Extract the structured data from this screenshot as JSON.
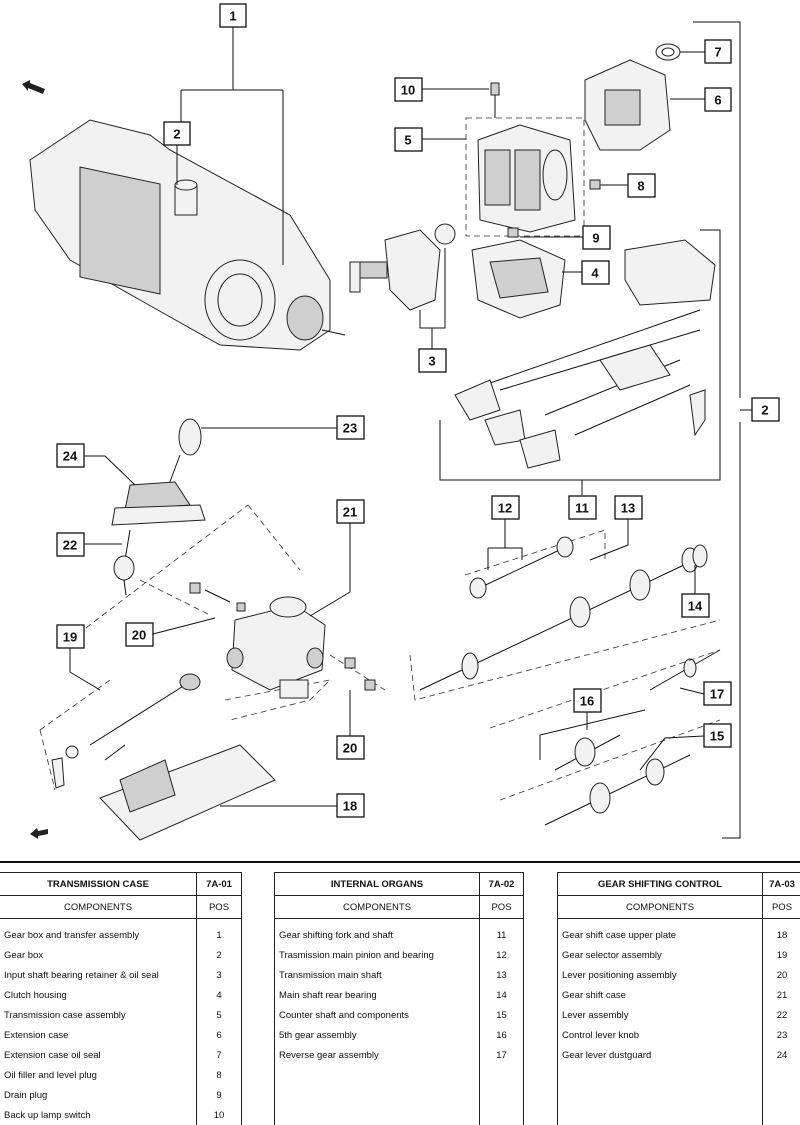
{
  "callouts": {
    "c1": "1",
    "c2a": "2",
    "c2b": "2",
    "c3": "3",
    "c4": "4",
    "c5": "5",
    "c6": "6",
    "c7": "7",
    "c8": "8",
    "c9": "9",
    "c10": "10",
    "c11": "11",
    "c12": "12",
    "c13": "13",
    "c14": "14",
    "c15": "15",
    "c16": "16",
    "c17": "17",
    "c18": "18",
    "c19": "19",
    "c20a": "20",
    "c20b": "20",
    "c21": "21",
    "c22": "22",
    "c23": "23",
    "c24": "24"
  },
  "tables": [
    {
      "title": "TRANSMISSION CASE",
      "code": "7A-01",
      "col_components": "COMPONENTS",
      "col_pos": "POS",
      "rows": [
        {
          "name": "Gear box and transfer assembly",
          "pos": "1"
        },
        {
          "name": "Gear box",
          "pos": "2"
        },
        {
          "name": "Input shaft bearing retainer & oil seal",
          "pos": "3"
        },
        {
          "name": "Clutch housing",
          "pos": "4"
        },
        {
          "name": "Transmission case assembly",
          "pos": "5"
        },
        {
          "name": "Extension case",
          "pos": "6"
        },
        {
          "name": "Extension case oil seal",
          "pos": "7"
        },
        {
          "name": "Oil filler and level plug",
          "pos": "8"
        },
        {
          "name": "Drain plug",
          "pos": "9"
        },
        {
          "name": "Back up lamp switch",
          "pos": "10"
        }
      ]
    },
    {
      "title": "INTERNAL  ORGANS",
      "code": "7A-02",
      "col_components": "COMPONENTS",
      "col_pos": "POS",
      "rows": [
        {
          "name": "Gear shifting fork and shaft",
          "pos": "11"
        },
        {
          "name": "Trasmission main pinion and bearing",
          "pos": "12"
        },
        {
          "name": "Transmission main shaft",
          "pos": "13"
        },
        {
          "name": "Main shaft rear bearing",
          "pos": "14"
        },
        {
          "name": "Counter shaft and components",
          "pos": "15"
        },
        {
          "name": "5th gear assembly",
          "pos": "16"
        },
        {
          "name": "Reverse gear assembly",
          "pos": "17"
        }
      ]
    },
    {
      "title": "GEAR SHIFTING CONTROL",
      "code": "7A-03",
      "col_components": "COMPONENTS",
      "col_pos": "POS",
      "rows": [
        {
          "name": "Gear shift case upper plate",
          "pos": "18"
        },
        {
          "name": "Gear selector assembly",
          "pos": "19"
        },
        {
          "name": "Lever positioning assembly",
          "pos": "20"
        },
        {
          "name": "Gear shift case",
          "pos": "21"
        },
        {
          "name": "Lever assembly",
          "pos": "22"
        },
        {
          "name": "Control lever knob",
          "pos": "23"
        },
        {
          "name": "Gear lever dustguard",
          "pos": "24"
        }
      ]
    }
  ]
}
